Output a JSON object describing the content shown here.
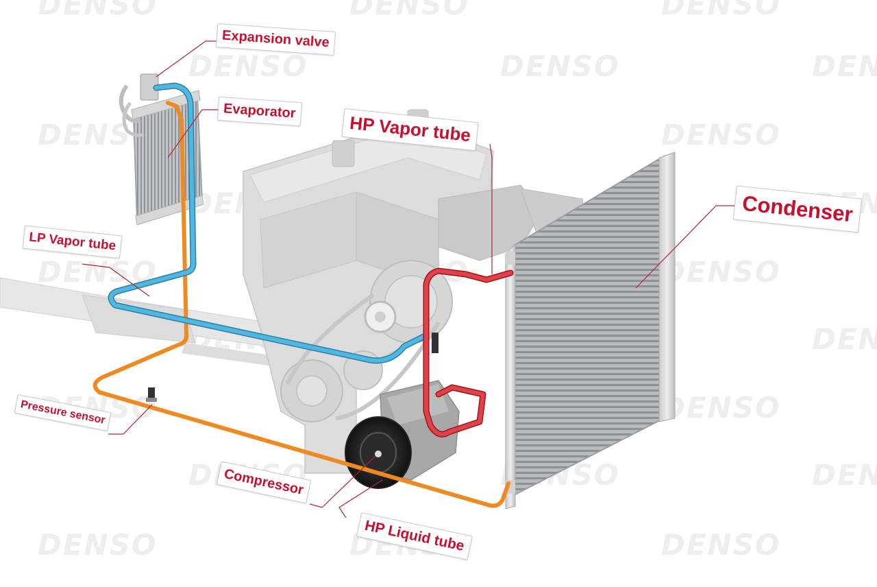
{
  "watermark": {
    "text": "DENSO"
  },
  "labels": {
    "expansion_valve": "Expansion valve",
    "evaporator": "Evaporator",
    "hp_vapor_tube": "HP Vapor tube",
    "condenser": "Condenser",
    "lp_vapor_tube": "LP Vapor tube",
    "pressure_sensor": "Pressure sensor",
    "compressor": "Compressor",
    "hp_liquid_tube": "HP Liquid tube"
  },
  "colors": {
    "label_text": "#c8102e",
    "lp_vapor_line": "#4fb8e0",
    "hp_vapor_line": "#d8282c",
    "hp_liquid_line": "#ef8a22",
    "engine": "#d9d9d9",
    "condenser_fin": "#9a9ea3",
    "leader_line": "#b32430"
  }
}
